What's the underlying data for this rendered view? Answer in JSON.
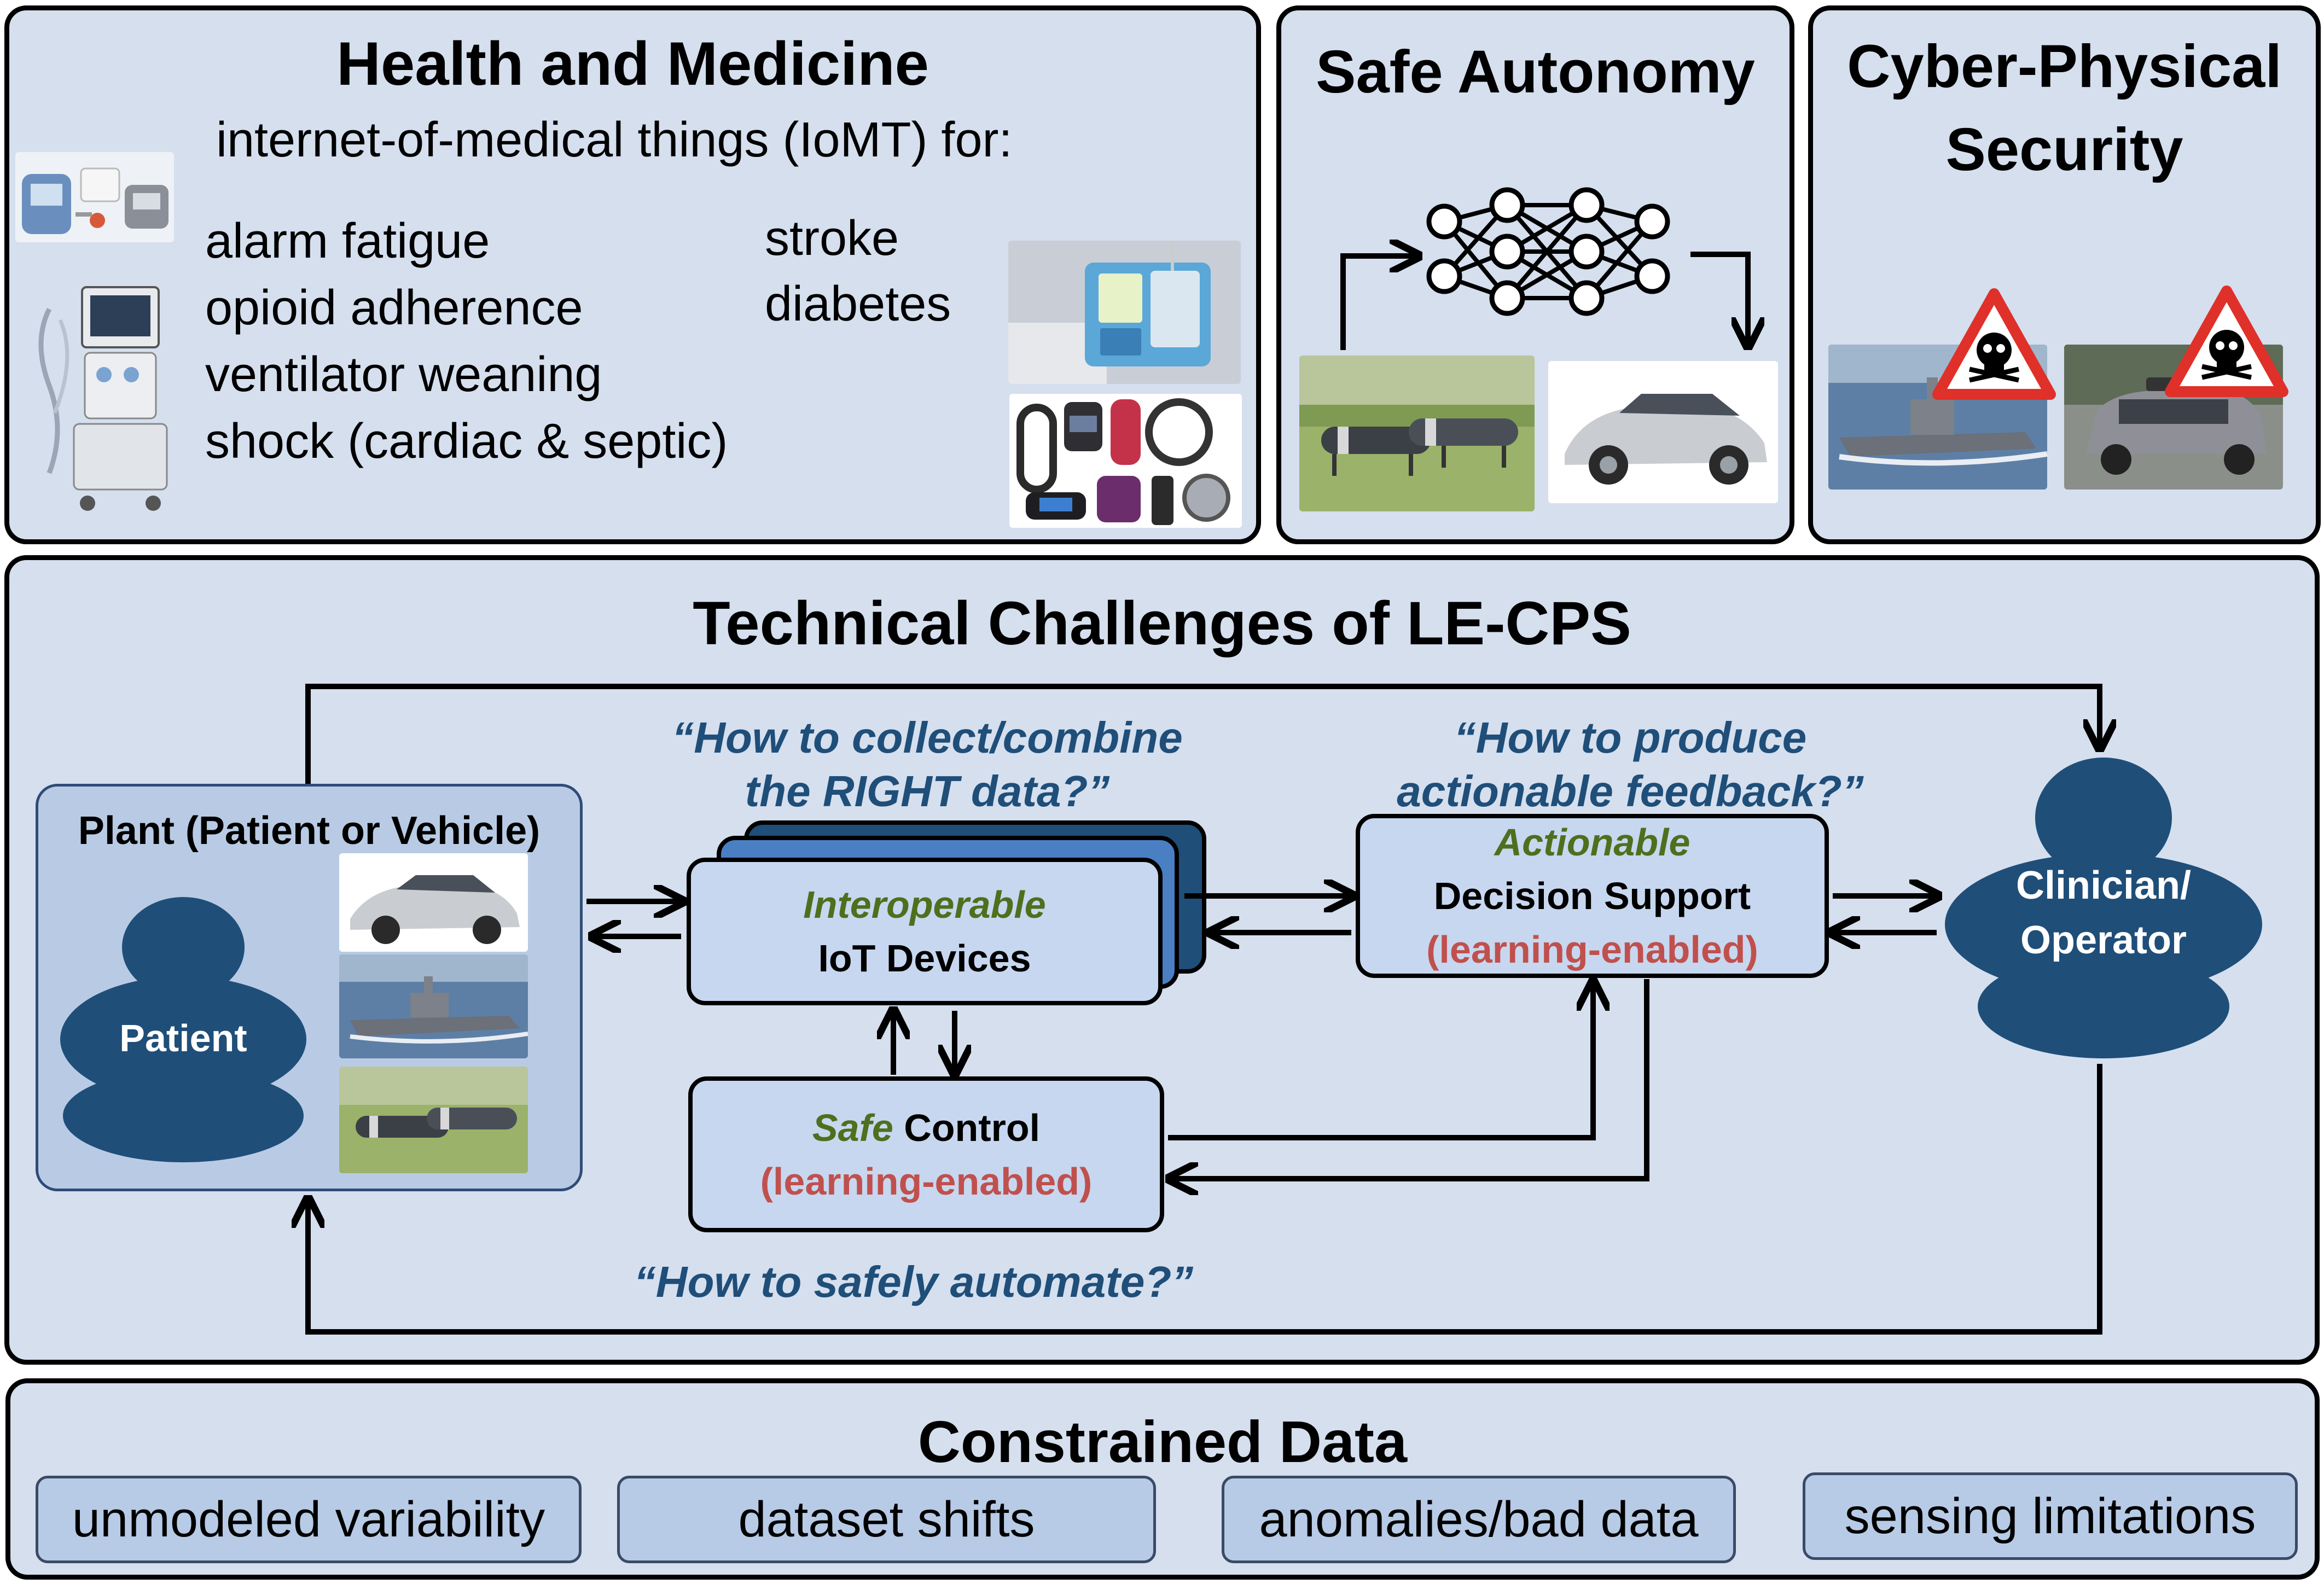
{
  "health": {
    "title": "Health and Medicine",
    "subtitle": "internet-of-medical things (IoMT) for:",
    "items_left": [
      "alarm fatigue",
      "opioid adherence",
      "ventilator weaning",
      "shock (cardiac & septic)"
    ],
    "items_right": [
      "stroke",
      "diabetes"
    ]
  },
  "autonomy": {
    "title": "Safe Autonomy"
  },
  "security": {
    "title_line1": "Cyber-Physical",
    "title_line2": "Security"
  },
  "challenges": {
    "title": "Technical Challenges of LE-CPS",
    "q_collect_1": "“How to collect/combine",
    "q_collect_2": "the RIGHT data?”",
    "q_feedback_1": "“How to produce",
    "q_feedback_2": "actionable feedback?”",
    "q_automate": "“How to safely automate?”",
    "plant_title": "Plant (Patient or Vehicle)",
    "patient_label": "Patient",
    "clinician_line1": "Clinician/",
    "clinician_line2": "Operator",
    "iot_qualifier": "Interoperable",
    "iot_label": "IoT Devices",
    "ds_qualifier": "Actionable",
    "ds_label": "Decision Support",
    "ds_note": "(learning-enabled)",
    "sc_qualifier": "Safe",
    "sc_label": " Control",
    "sc_note": "(learning-enabled)"
  },
  "constrained": {
    "title": "Constrained Data",
    "items": [
      "unmodeled variability",
      "dataset shifts",
      "anomalies/bad data",
      "sensing limitations"
    ]
  },
  "colors": {
    "panel_bg": "#d5dfee",
    "box_bg": "#c7d7ef",
    "figure_navy": "#1f4e79",
    "question_blue": "#1f4e79",
    "qualifier_green": "#4f6f1e",
    "note_red": "#c0504d",
    "warning_red": "#e0302a"
  }
}
